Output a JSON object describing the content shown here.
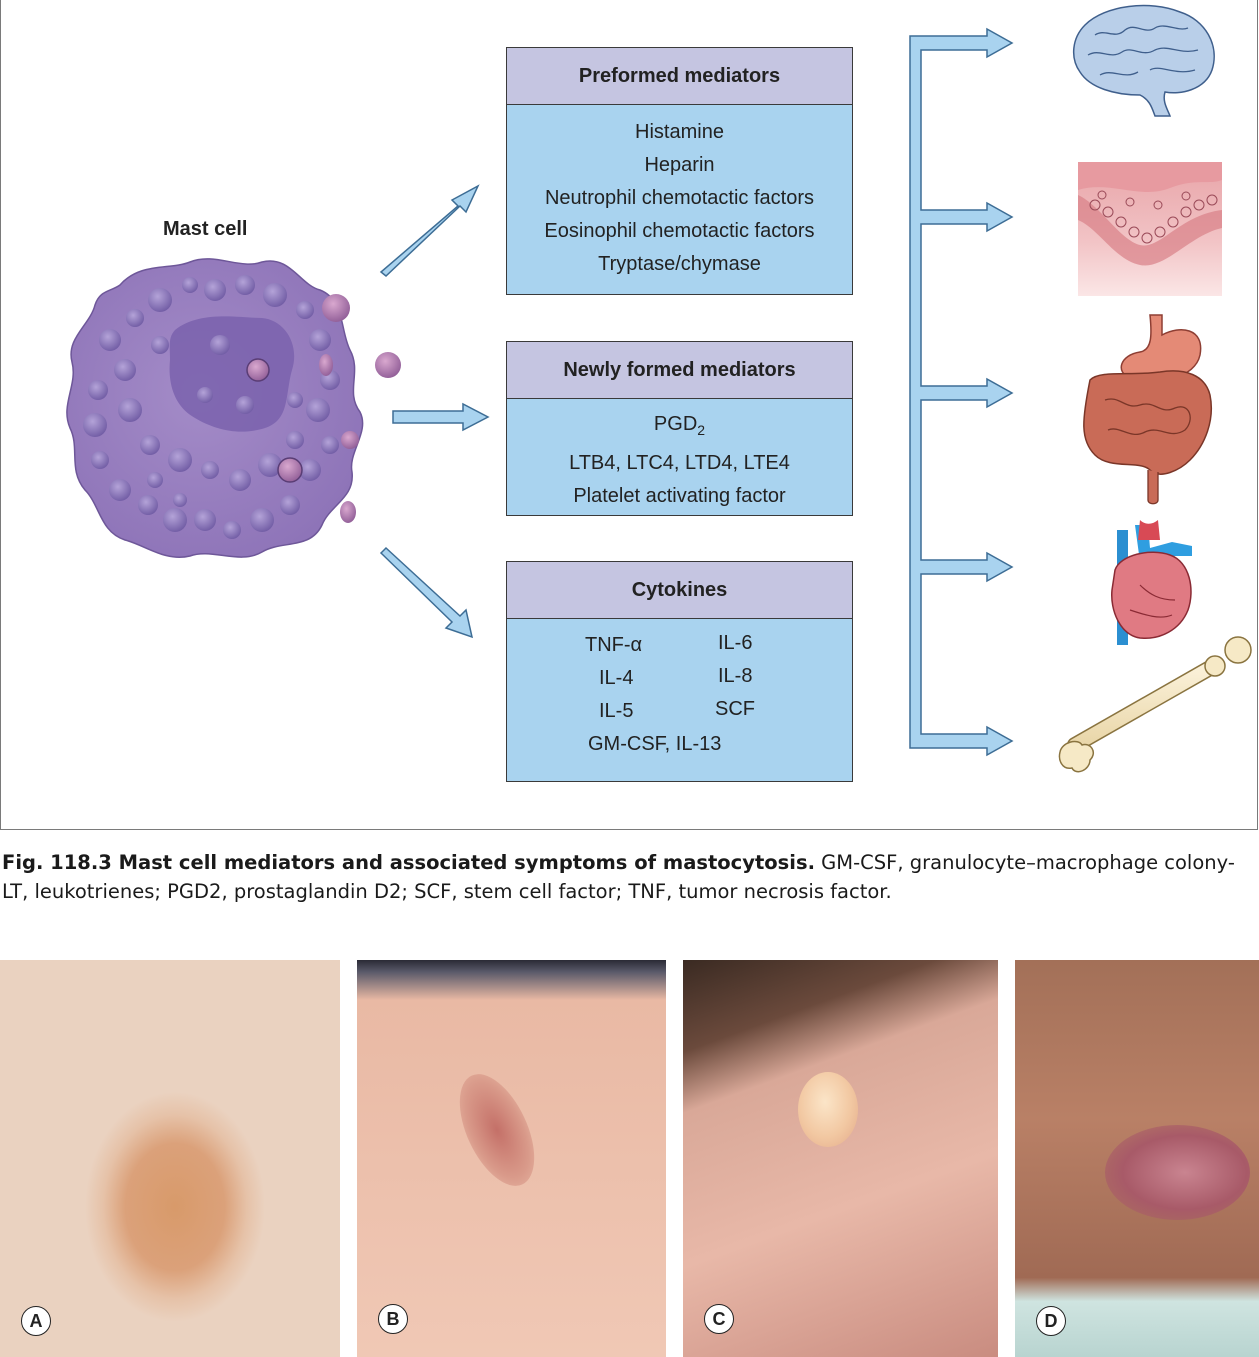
{
  "diagram": {
    "mast_cell_label": "Mast cell",
    "preformed": {
      "title": "Preformed mediators",
      "items": [
        "Histamine",
        "Heparin",
        "Neutrophil chemotactic factors",
        "Eosinophil chemotactic factors",
        "Tryptase/chymase"
      ]
    },
    "newly_formed": {
      "title": "Newly formed mediators",
      "line1_base": "PGD",
      "line1_sub": "2",
      "line2": "LTB4, LTC4, LTD4, LTE4",
      "line3": "Platelet activating factor"
    },
    "cytokines": {
      "title": "Cytokines",
      "left": [
        "TNF-α",
        "IL-4",
        "IL-5"
      ],
      "right": [
        "IL-6",
        "IL-8",
        "SCF"
      ],
      "bottom": "GM-CSF, IL-13"
    },
    "organ_icons": [
      "brain-icon",
      "skin-icon",
      "gastrointestinal-icon",
      "heart-icon",
      "bone-icon"
    ],
    "colors": {
      "box_fill": "#a9d3ef",
      "box_header": "#c5c5e1",
      "arrow_fill": "#a9d3ef",
      "cell_fill": "#9b7fc0"
    }
  },
  "caption": {
    "bold": "Fig. 118.3 Mast cell mediators and associated symptoms of mastocytosis.",
    "line1_rest": " GM-CSF, granulocyte–macrophage colony-",
    "line2": "LT, leukotrienes; PGD2, prostaglandin D2; SCF, stem cell factor; TNF, tumor necrosis factor."
  },
  "photos": [
    {
      "label": "A"
    },
    {
      "label": "B"
    },
    {
      "label": "C"
    },
    {
      "label": "D"
    }
  ]
}
